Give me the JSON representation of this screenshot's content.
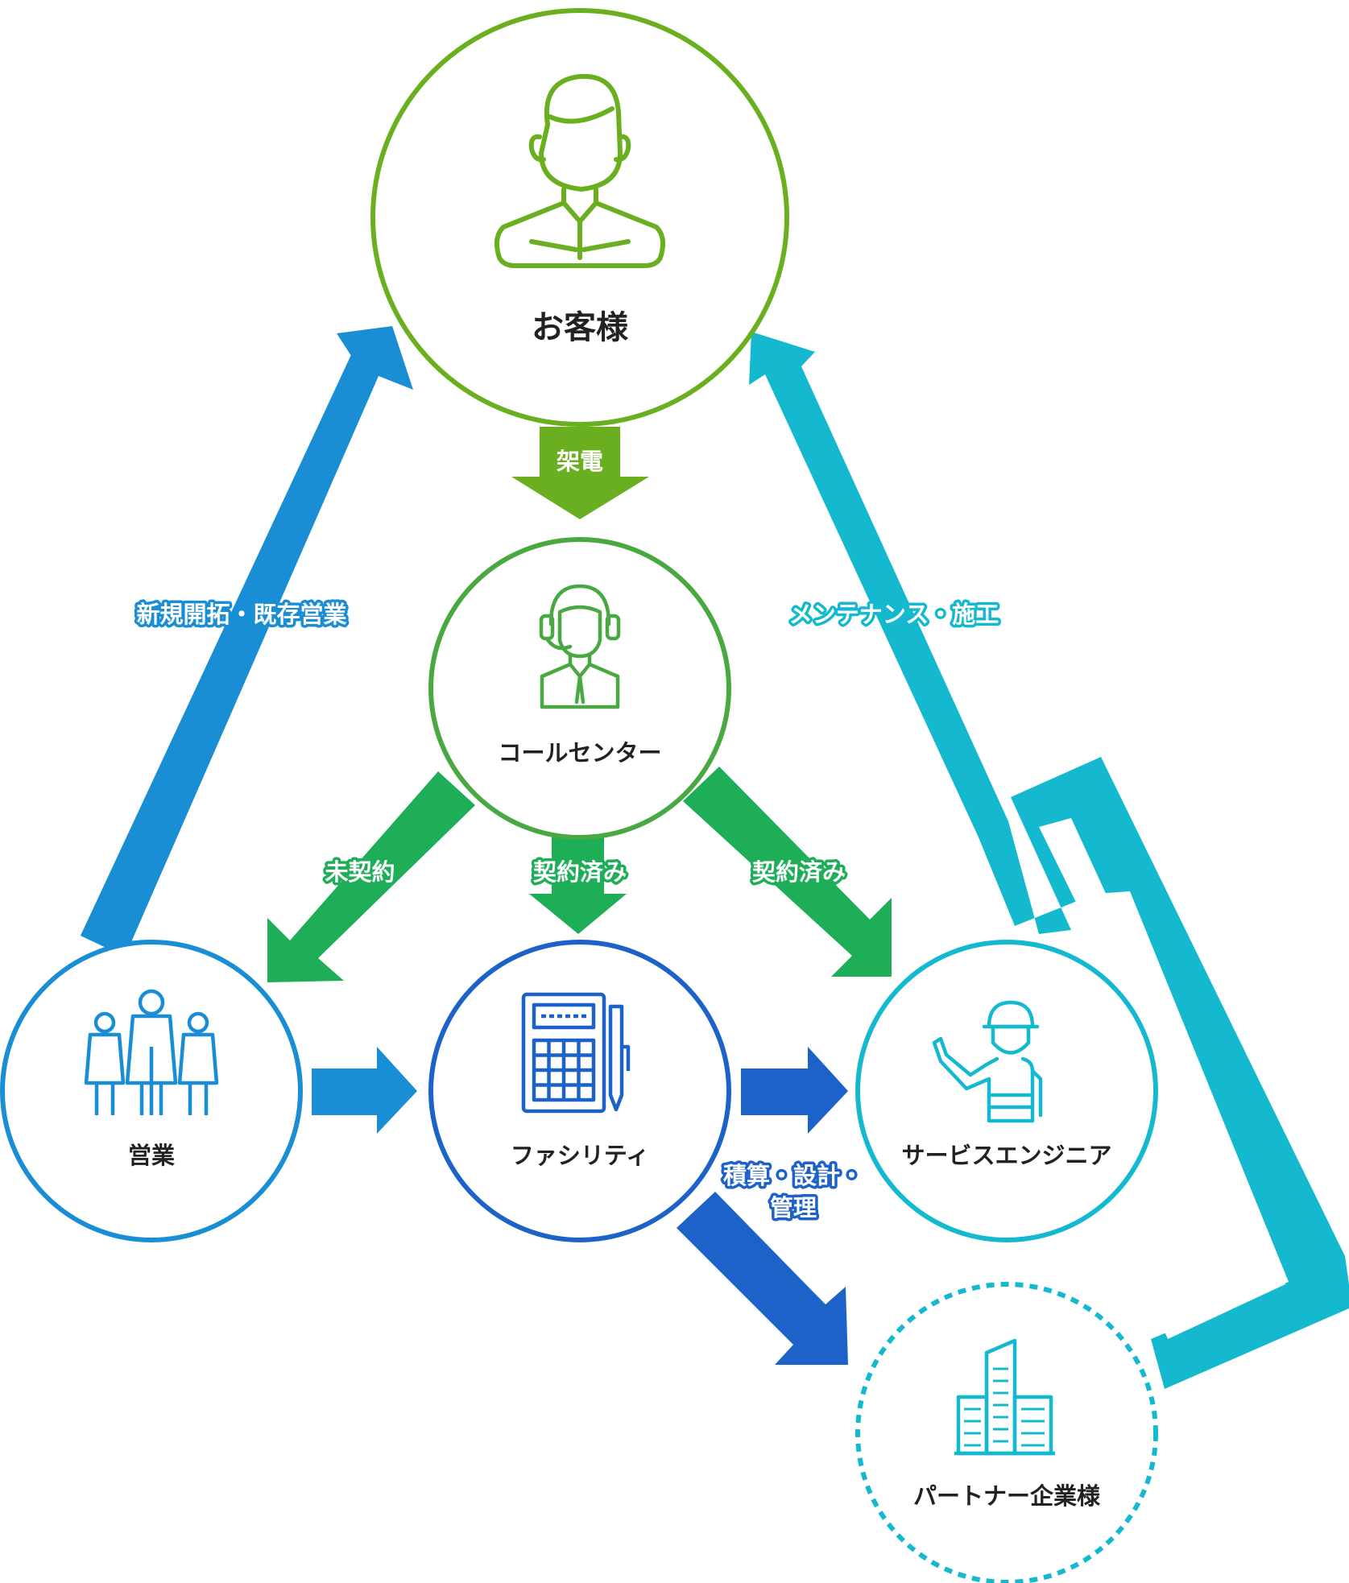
{
  "nodes": {
    "customer": {
      "label": "お客様",
      "icon": "businessman-icon"
    },
    "call_center": {
      "label": "コールセンター",
      "icon": "headset-operator-icon"
    },
    "sales": {
      "label": "営業",
      "icon": "team-people-icon"
    },
    "facility": {
      "label": "ファシリティ",
      "icon": "calculator-pen-icon"
    },
    "service_engineer": {
      "label": "サービスエンジニア",
      "icon": "construction-worker-icon"
    },
    "partner": {
      "label": "パートナー企業様",
      "icon": "office-building-icon"
    }
  },
  "edges": {
    "call": "架電",
    "not_contracted": "未契約",
    "contracted_center": "契約済み",
    "contracted_right": "契約済み",
    "sales_outreach": "新規開拓・既存営業",
    "maintenance": "メンテナンス・施工",
    "estimate_line1": "積算・設計・",
    "estimate_line2": "管理"
  },
  "colors": {
    "lime": "#6aaf1f",
    "green": "#4aa843",
    "darkgreen": "#1fae58",
    "blue": "#1a8ed4",
    "navy": "#1c62c8",
    "cyan": "#15b9cf"
  }
}
